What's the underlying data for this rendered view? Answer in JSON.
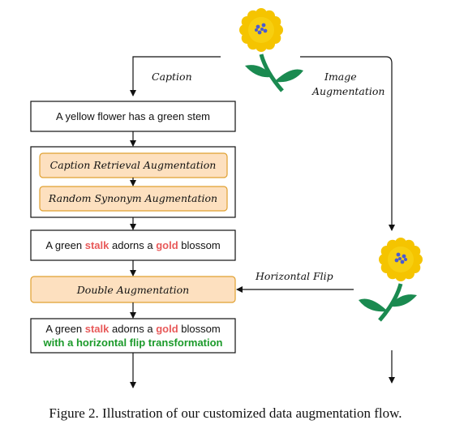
{
  "colors": {
    "aug_fill": "#fde0bf",
    "aug_stroke": "#e0a030",
    "highlight_red": "#e85a5a",
    "highlight_green": "#1b9a2a",
    "petal": "#f5c400",
    "flower_center": "#4a5bd1",
    "stem": "#1a8a50"
  },
  "labels": {
    "caption_edge": "Caption",
    "image_aug_line1": "Image",
    "image_aug_line2": "Augmentation",
    "horizontal_flip": "Horizontal Flip"
  },
  "boxes": {
    "original_caption": "A yellow flower has a green stem",
    "caption_retrieval": "Caption Retrieval Augmentation",
    "random_synonym": "Random Synonym Augmentation",
    "synonym_caption": {
      "p1": "A green ",
      "p2": "stalk",
      "p3": " adorns a ",
      "p4": "gold",
      "p5": " blossom"
    },
    "double_aug": "Double Augmentation",
    "final_caption": {
      "p1": "A green ",
      "p2": "stalk",
      "p3": " adorns a ",
      "p4": "gold",
      "p5": " blossom",
      "line2": "with a horizontal flip transformation"
    }
  },
  "icons": {
    "top_image": "yellow-flower-icon",
    "flipped_image": "flipped-yellow-flower-icon"
  },
  "figure_caption": "Figure 2. Illustration of our customized data augmentation flow."
}
